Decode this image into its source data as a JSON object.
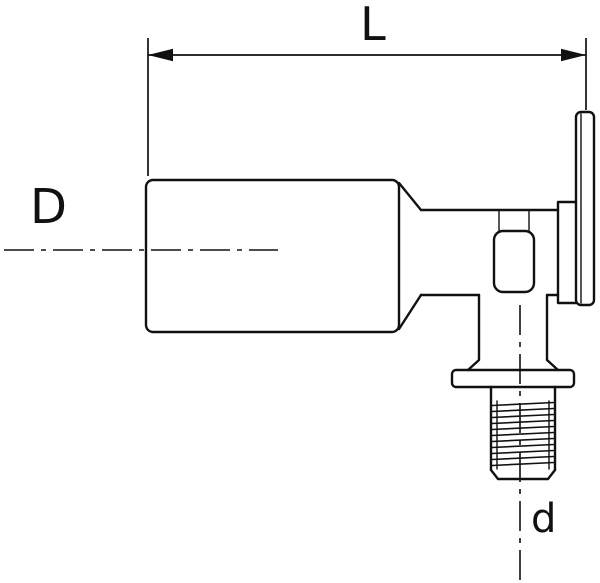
{
  "drawing": {
    "labels": {
      "length": "L",
      "diameter": "D",
      "thread": "d"
    },
    "colors": {
      "line": "#111111",
      "background": "#ffffff"
    }
  }
}
